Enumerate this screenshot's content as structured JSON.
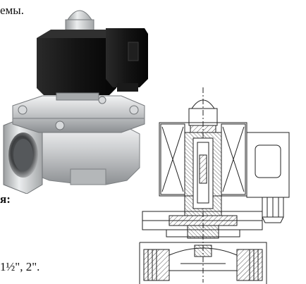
{
  "document": {
    "top_fragment": "емы.",
    "mid_fragment": "я:",
    "bottom_fragment": "1½\", 2\"."
  },
  "photo": {
    "icon": "solenoid-valve-photo",
    "body_color": "#c9cbcd",
    "coil_color": "#141414"
  },
  "drawing": {
    "icon": "valve-cross-section-drawing",
    "line_color": "#222222"
  }
}
